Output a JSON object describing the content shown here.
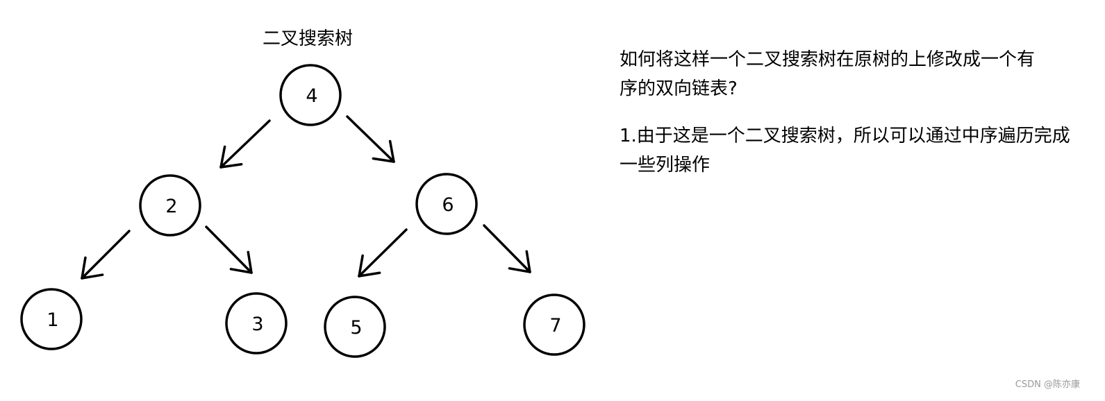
{
  "title": "二叉搜索树",
  "question_line1": "如何将这样一个二叉搜索树在原树的上修改成一个有",
  "question_line2": "序的双向链表?",
  "answer_line1": "1.由于这是一个二叉搜索树，所以可以通过中序遍历完成",
  "answer_line2": "一些列操作",
  "watermark": "CSDN @陈亦康",
  "tree": {
    "nodes": [
      {
        "id": "n4",
        "label": "4"
      },
      {
        "id": "n2",
        "label": "2"
      },
      {
        "id": "n6",
        "label": "6"
      },
      {
        "id": "n1",
        "label": "1"
      },
      {
        "id": "n3",
        "label": "3"
      },
      {
        "id": "n5",
        "label": "5"
      },
      {
        "id": "n7",
        "label": "7"
      }
    ],
    "edges": [
      {
        "from": "n4",
        "to": "n2"
      },
      {
        "from": "n4",
        "to": "n6"
      },
      {
        "from": "n2",
        "to": "n1"
      },
      {
        "from": "n2",
        "to": "n3"
      },
      {
        "from": "n6",
        "to": "n5"
      },
      {
        "from": "n6",
        "to": "n7"
      }
    ]
  }
}
